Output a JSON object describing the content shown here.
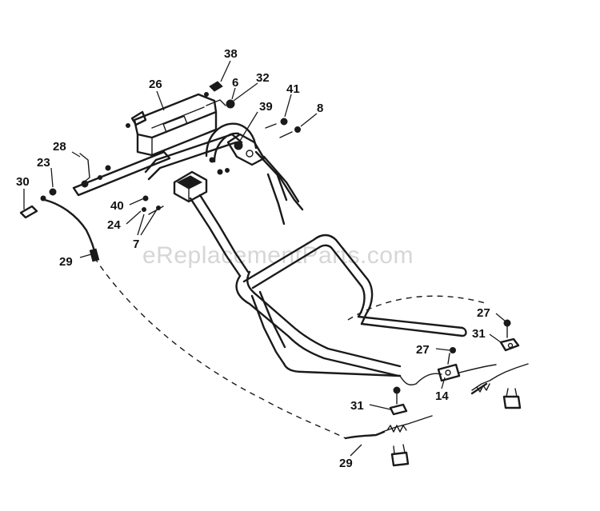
{
  "watermark": "eReplacementParts.com",
  "callouts": {
    "c38": "38",
    "c26": "26",
    "c6": "6",
    "c32": "32",
    "c41": "41",
    "c39": "39",
    "c8": "8",
    "c28": "28",
    "c23": "23",
    "c30": "30",
    "c40": "40",
    "c24": "24",
    "c7": "7",
    "c29a": "29",
    "c27a": "27",
    "c31a": "31",
    "c27b": "27",
    "c14": "14",
    "c31b": "31",
    "c29b": "29"
  },
  "colors": {
    "ink": "#1a1a1a",
    "watermark": "#d6d6d6",
    "background": "#ffffff"
  }
}
